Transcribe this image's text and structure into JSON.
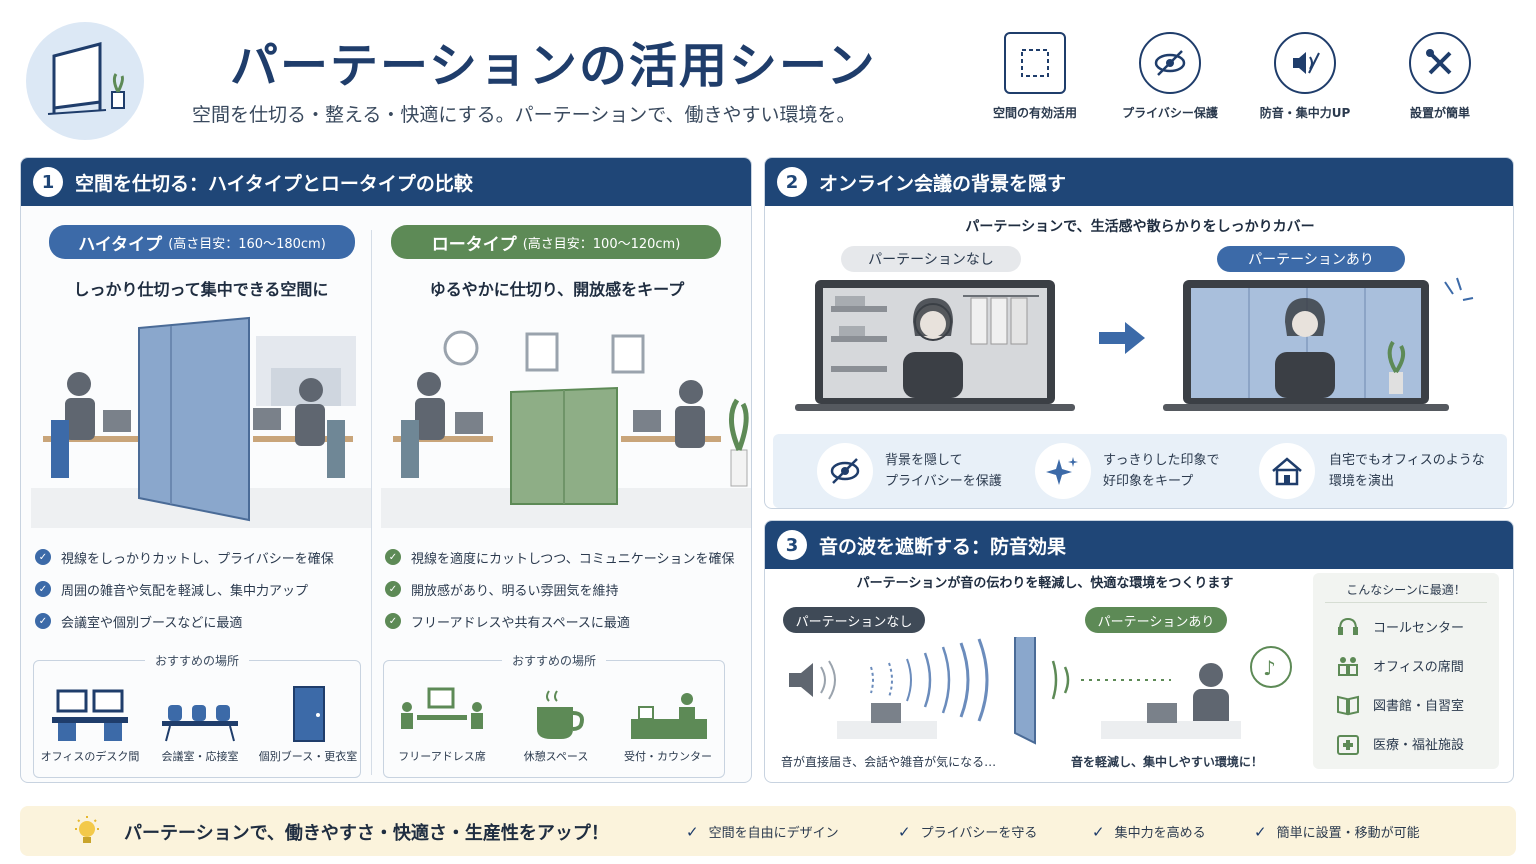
{
  "header": {
    "title": "パーテーションの活用シーン",
    "subtitle": "空間を仕切る・整える・快適にする。パーテーションで、働きやすい環境を。",
    "features": [
      {
        "icon": "space-frame-icon",
        "label": "空間の有効活用"
      },
      {
        "icon": "eye-off-icon",
        "label": "プライバシー保護"
      },
      {
        "icon": "speaker-mute-icon",
        "label": "防音・集中力UP"
      },
      {
        "icon": "tools-icon",
        "label": "設置が簡単"
      }
    ]
  },
  "section1": {
    "number": "1",
    "title": "空間を仕切る：ハイタイプとロータイプの比較",
    "high": {
      "label": "ハイタイプ",
      "height": "(高さ目安：160〜180cm)",
      "tagline": "しっかり仕切って集中できる空間に",
      "points": [
        "視線をしっかりカットし、プライバシーを確保",
        "周囲の雑音や気配を軽減し、集中力アップ",
        "会議室や個別ブースなどに最適"
      ],
      "rec_title": "おすすめの場所",
      "places": [
        "オフィスのデスク間",
        "会議室・応接室",
        "個別ブース・更衣室"
      ]
    },
    "low": {
      "label": "ロータイプ",
      "height": "(高さ目安：100〜120cm)",
      "tagline": "ゆるやかに仕切り、開放感をキープ",
      "points": [
        "視線を適度にカットしつつ、コミュニケーションを確保",
        "開放感があり、明るい雰囲気を維持",
        "フリーアドレスや共有スペースに最適"
      ],
      "rec_title": "おすすめの場所",
      "places": [
        "フリーアドレス席",
        "休憩スペース",
        "受付・カウンター"
      ]
    }
  },
  "section2": {
    "number": "2",
    "title": "オンライン会議の背景を隠す",
    "lead": "パーテーションで、生活感や散らかりをしっかりカバー",
    "without": "パーテーションなし",
    "with": "パーテーションあり",
    "benefits": [
      {
        "icon": "eye-off-icon",
        "line1": "背景を隠して",
        "line2": "プライバシーを保護"
      },
      {
        "icon": "sparkle-icon",
        "line1": "すっきりした印象で",
        "line2": "好印象をキープ"
      },
      {
        "icon": "home-icon",
        "line1": "自宅でもオフィスのような",
        "line2": "環境を演出"
      }
    ]
  },
  "section3": {
    "number": "3",
    "title": "音の波を遮断する：防音効果",
    "lead": "パーテーションが音の伝わりを軽減し、快適な環境をつくります",
    "without": "パーテーションなし",
    "with": "パーテーションあり",
    "caption_without": "音が直接届き、会話や雑音が気になる…",
    "caption_with": "音を軽減し、集中しやすい環境に！",
    "scenes_title": "こんなシーンに最適！",
    "scenes": [
      {
        "icon": "headset-icon",
        "label": "コールセンター"
      },
      {
        "icon": "people-icon",
        "label": "オフィスの席間"
      },
      {
        "icon": "book-icon",
        "label": "図書館・自習室"
      },
      {
        "icon": "medical-icon",
        "label": "医療・福祉施設"
      }
    ]
  },
  "footer": {
    "headline": "パーテーションで、働きやすさ・快適さ・生産性をアップ！",
    "items": [
      "空間を自由にデザイン",
      "プライバシーを守る",
      "集中力を高める",
      "簡単に設置・移動が可能"
    ]
  },
  "colors": {
    "navy": "#1f4677",
    "blue": "#3c6aa8",
    "green": "#5d8a56",
    "footer_bg": "#fbf3dc"
  }
}
